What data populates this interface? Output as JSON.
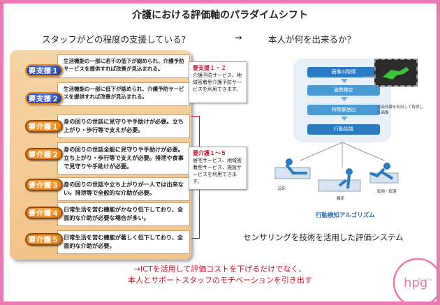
{
  "title": "介護における評価軸のパラダイムシフト",
  "subtitle_left": "スタッフがどの程度の支援している？",
  "subtitle_arrow": "→",
  "subtitle_right": "本人が何を出来るか？",
  "care_levels": [
    {
      "label": "要支援１",
      "style": "blue",
      "text": "生活機能の一部に若干の低下が認められ、介護予防サービスを提供すれば改善が見込まれる。"
    },
    {
      "label": "要支援２",
      "style": "blue",
      "text": "生活機能の一部に低下が認められ、介護予防サービスを提供すれば改善が見込まれる。"
    },
    {
      "label": "要介護１",
      "style": "orange",
      "text": "身の回りの世話に見守りや手助けが必要。立ち上がり・歩行等で支えが必要。"
    },
    {
      "label": "要介護２",
      "style": "orange",
      "text": "身の回りの世話全般に見守りや手助けが必要。立ち上がり・歩行等で支えが必要。排泄や食事で見守りや手助けが必要。"
    },
    {
      "label": "要介護３",
      "style": "orange",
      "text": "身の回りの世話や立ち上がりが一人では出来ない。排泄等で全般的な介助が必要。"
    },
    {
      "label": "要介護４",
      "style": "orange",
      "text": "日常生活を営む機能がかなり低下しており、全面的な介助が必要な場合が多い。"
    },
    {
      "label": "要介護５",
      "style": "orange",
      "text": "日常生活を営む機能が著しく低下しており、全面的な介助が必要。"
    }
  ],
  "support_box": {
    "head": "要支援１・２",
    "body": "介護予防サービス、地域密着型介護予防サービスを利用できます。"
  },
  "care_box": {
    "head": "要介護１～５",
    "body": "居宅サービス、地域密着型サービス、施設サービスを利用できます。"
  },
  "diagram": {
    "steps": [
      "画像の取得",
      "姿勢推定",
      "特徴量抽出",
      "行動認識"
    ],
    "sensor_caption": "近赤外線を利用して取得した画像",
    "scenes": [
      "起床",
      "離床",
      "転倒・転落"
    ],
    "algorithm_label": "行動検知アルゴリズム"
  },
  "sensing_caption": "センサリングを技術を活用した評価システム",
  "bottom_line1": "→ICTを活用して評価コストを下げるだけでなく、",
  "bottom_line2": "本人とサポートスタッフのモチベーションを引き出す",
  "logo": {
    "mark": "hpg",
    "tagline": "Shape the future"
  },
  "colors": {
    "frame": "#e97ab2",
    "accent_red": "#c8102e",
    "blue_pill": "#2d4fb8",
    "orange_pill": "#ee8a1a",
    "step_blue": "#4a9ad6"
  }
}
